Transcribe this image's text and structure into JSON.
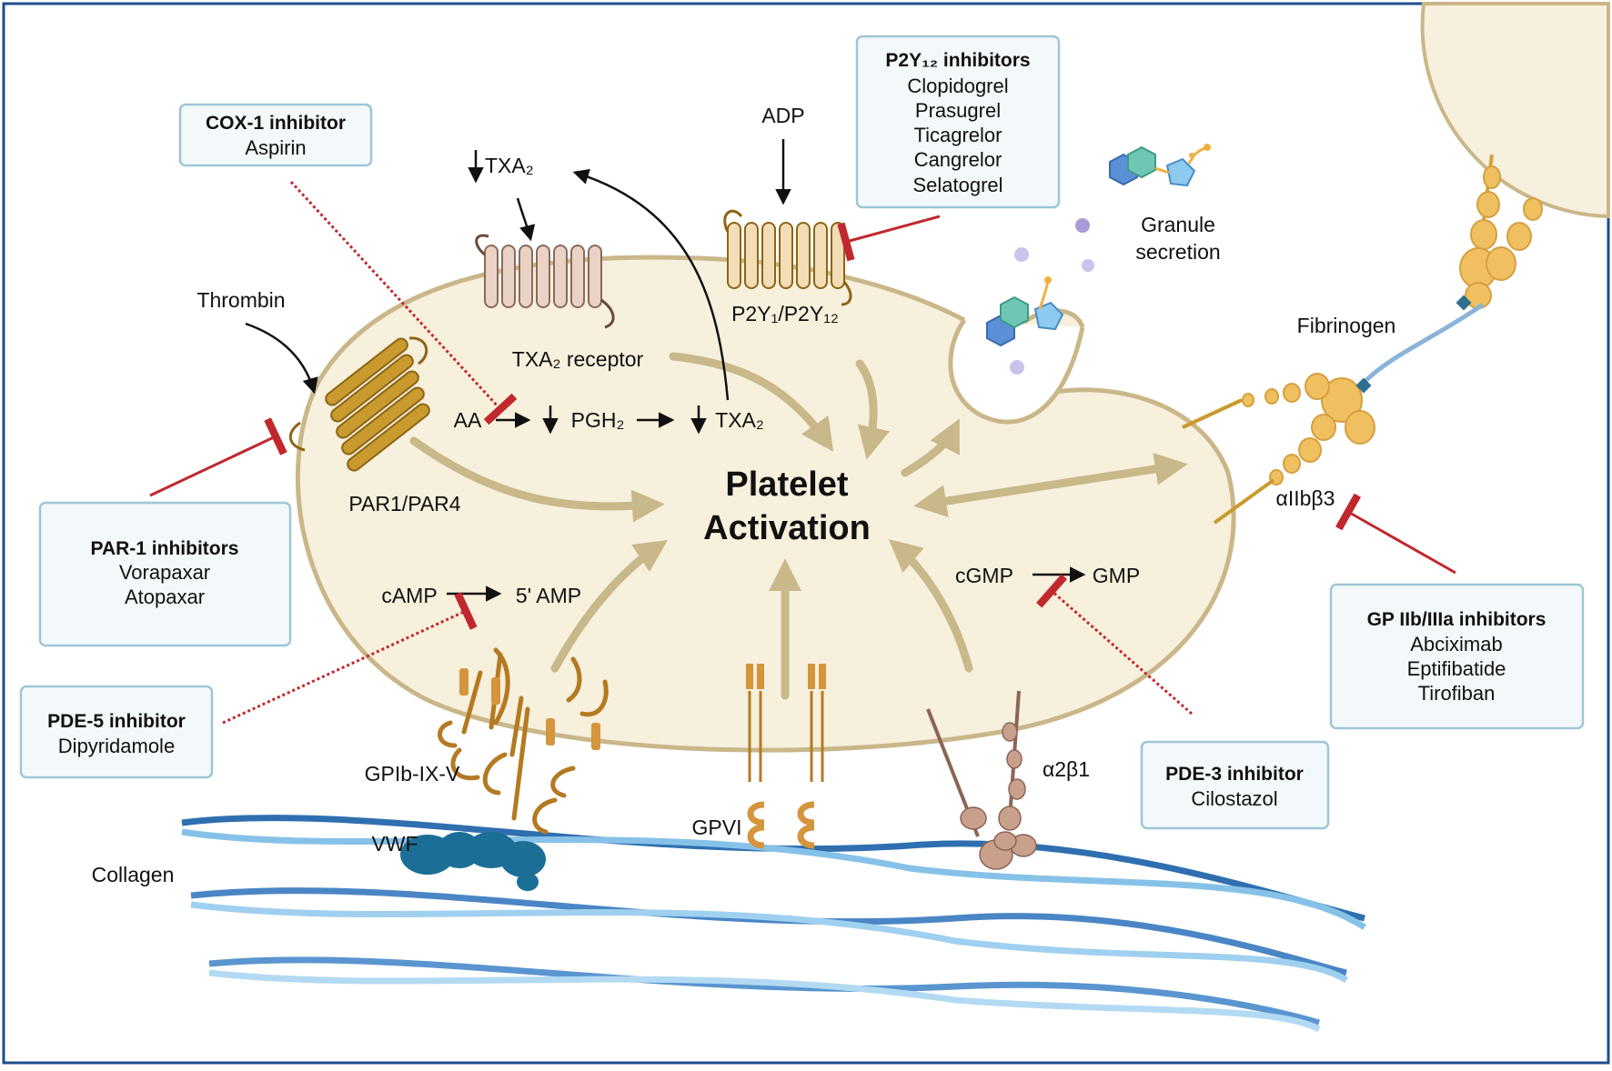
{
  "title": {
    "line1": "Platelet",
    "line2": "Activation"
  },
  "labels": {
    "thrombin": "Thrombin",
    "par": "PAR1/PAR4",
    "txa2_top": "TXA₂",
    "txa2_receptor": "TXA₂ receptor",
    "adp": "ADP",
    "p2y": "P2Y₁/P2Y₁₂",
    "aa": "AA",
    "pgh2": "PGH₂",
    "txa2_mid": "TXA₂",
    "granule_1": "Granule",
    "granule_2": "secretion",
    "fibrinogen": "Fibrinogen",
    "aiib": "αIIbβ3",
    "camp": "cAMP",
    "amp5": "5' AMP",
    "cgmp": "cGMP",
    "gmp": "GMP",
    "gpib": "GPIb-IX-V",
    "vwf": "VWF",
    "gpvi": "GPVI",
    "a2b1": "α2β1",
    "collagen": "Collagen"
  },
  "inhibitor_boxes": [
    {
      "id": "cox1",
      "title": "COX-1 inhibitor",
      "items": [
        "Aspirin"
      ]
    },
    {
      "id": "p2y12",
      "title": "P2Y₁₂ inhibitors",
      "items": [
        "Clopidogrel",
        "Prasugrel",
        "Ticagrelor",
        "Cangrelor",
        "Selatogrel"
      ]
    },
    {
      "id": "par1",
      "title": "PAR-1 inhibitors",
      "items": [
        "Vorapaxar",
        "Atopaxar"
      ]
    },
    {
      "id": "pde5",
      "title": "PDE-5 inhibitor",
      "items": [
        "Dipyridamole"
      ]
    },
    {
      "id": "pde3",
      "title": "PDE-3 inhibitor",
      "items": [
        "Cilostazol"
      ]
    },
    {
      "id": "gp2b3a",
      "title": "GP IIb/IIIa inhibitors",
      "items": [
        "Abciximab",
        "Eptifibatide",
        "Tirofiban"
      ]
    }
  ],
  "colors": {
    "frame": "#1f4e8c",
    "cell_fill": "#f7f0dc",
    "cell_stroke": "#c9b78a",
    "pathway_arrow": "#c8b88a",
    "inhibit": "#c0282d",
    "receptor_gold": "#c99a2e",
    "fibrinogen": "#f0c060",
    "vwf": "#1b6f96",
    "collagen": "#5b9bd5",
    "box_stroke": "#9fc6d6",
    "box_fill": "#f3f9fb"
  }
}
